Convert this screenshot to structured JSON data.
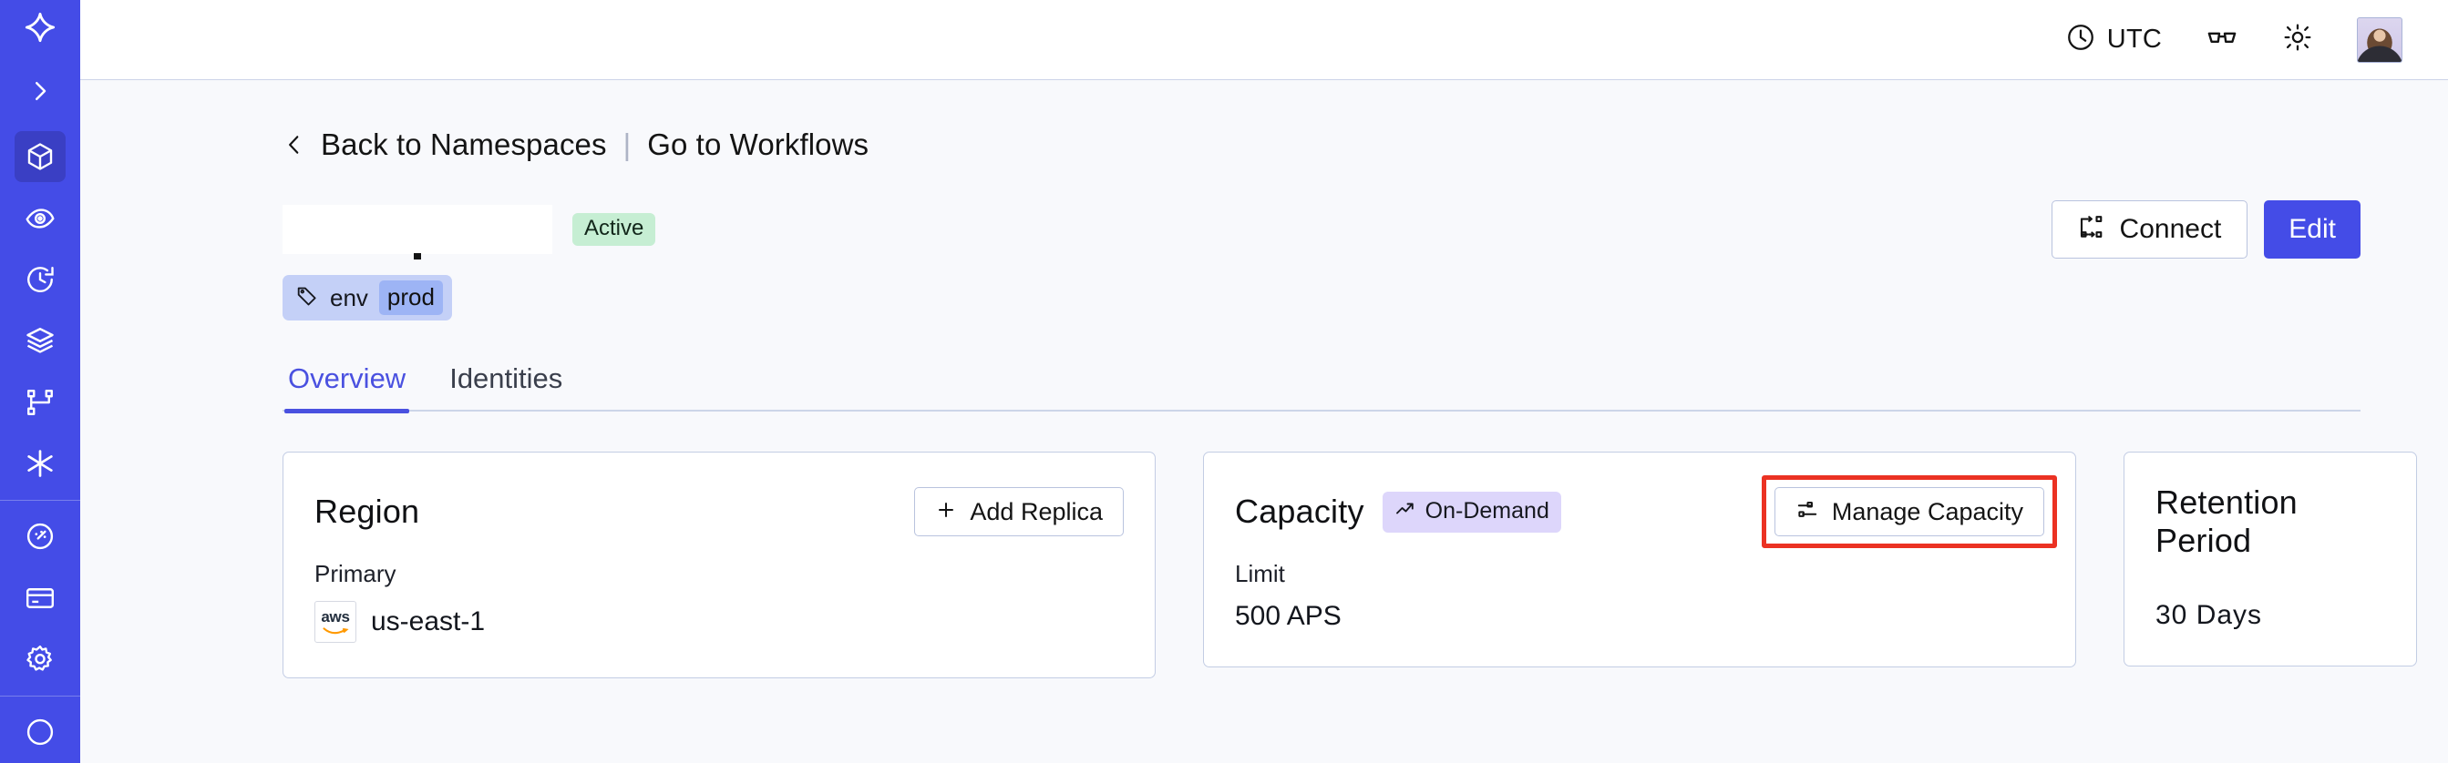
{
  "sidebar": {
    "logo": "temporal-star-logo",
    "expand_label": "expand-sidebar",
    "items": [
      {
        "name": "namespaces",
        "icon": "cube-icon",
        "active": true
      },
      {
        "name": "observability",
        "icon": "eye-icon",
        "active": false
      },
      {
        "name": "history",
        "icon": "clock-rewind-icon",
        "active": false
      },
      {
        "name": "layers",
        "icon": "layers-icon",
        "active": false
      },
      {
        "name": "workflows",
        "icon": "git-branch-icon",
        "active": false
      },
      {
        "name": "nexus",
        "icon": "asterisk-icon",
        "active": false
      },
      {
        "name": "usage",
        "icon": "gauge-icon",
        "active": false
      },
      {
        "name": "billing",
        "icon": "credit-card-icon",
        "active": false
      },
      {
        "name": "settings",
        "icon": "gear-icon",
        "active": false
      }
    ]
  },
  "topbar": {
    "timezone": "UTC",
    "clock_icon": "clock-icon",
    "glasses_icon": "glasses-icon",
    "theme_icon": "sun-icon",
    "avatar": "user-avatar"
  },
  "breadcrumb": {
    "back_icon": "chevron-left-icon",
    "back_label": "Back to Namespaces",
    "separator": "|",
    "forward_label": "Go to Workflows"
  },
  "header": {
    "namespace_name": "",
    "status_badge": "Active",
    "connect_label": "Connect",
    "connect_icon": "connect-icon",
    "edit_label": "Edit"
  },
  "tag": {
    "icon": "tag-icon",
    "key": "env",
    "value": "prod"
  },
  "tabs": [
    {
      "label": "Overview",
      "active": true
    },
    {
      "label": "Identities",
      "active": false
    }
  ],
  "cards": {
    "region": {
      "title": "Region",
      "action_label": "Add Replica",
      "action_icon": "plus-icon",
      "sub_label": "Primary",
      "provider_icon": "aws-logo",
      "provider_word": "aws",
      "value": "us-east-1"
    },
    "capacity": {
      "title": "Capacity",
      "badge_label": "On-Demand",
      "badge_icon": "trending-up-icon",
      "action_label": "Manage Capacity",
      "action_icon": "sliders-icon",
      "sub_label": "Limit",
      "value": "500 APS",
      "highlight_color": "#eb3223"
    },
    "retention": {
      "title": "Retention Period",
      "value": "30 Days"
    }
  },
  "colors": {
    "brand_indigo": "#444ce7",
    "sidebar_active": "#3a3fc4",
    "page_bg": "#f8f9fc",
    "card_border": "#c3cde4",
    "status_green": "#c6eed3",
    "badge_purple": "#ddd6fb",
    "tag_blue": "#c4d0f7",
    "annotation_red": "#eb3223"
  }
}
